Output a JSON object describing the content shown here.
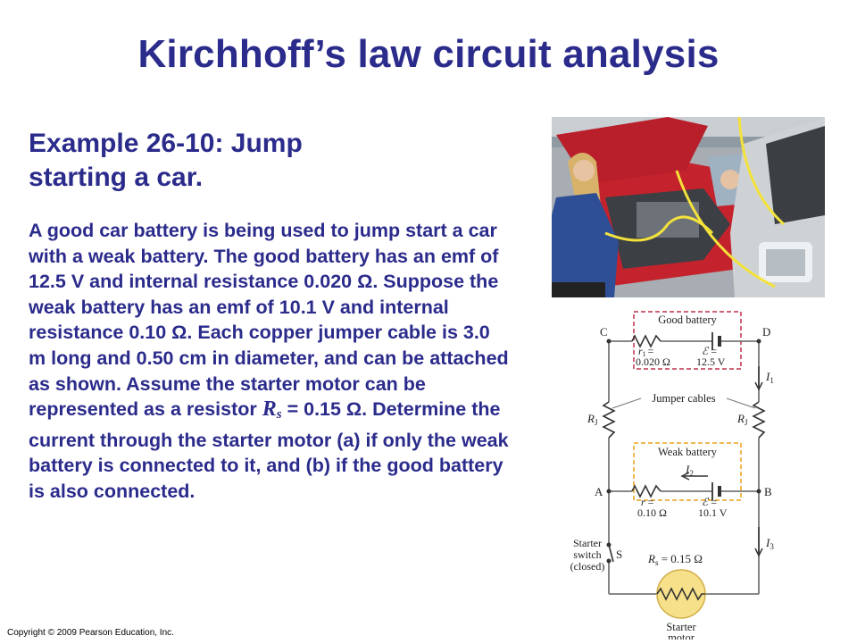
{
  "slide": {
    "title": "Kirchhoff’s law circuit analysis",
    "example_heading": "Example 26-10: Jump starting a car.",
    "body_before_rs": "A good car battery is being used to jump start a car with a weak battery. The good battery has an emf of 12.5 V and internal resistance 0.020 Ω. Suppose the weak battery has an emf of 10.1 V and internal resistance 0.10 Ω. Each copper jumper cable is 3.0 m long and 0.50 cm in diameter, and can be attached as shown. Assume the starter motor can be represented as a resistor",
    "rs_symbol": "R",
    "rs_subscript": "s",
    "body_after_rs": "= 0.15 Ω. Determine the current through the starter motor (a) if only the weak battery is connected to it, and (b) if the good battery is also connected.",
    "copyright": "Copyright © 2009 Pearson Education, Inc."
  },
  "diagram": {
    "node_c": "C",
    "node_d": "D",
    "node_a": "A",
    "node_b": "B",
    "node_s": "S",
    "good_battery_label": "Good battery",
    "r1_label": "r",
    "r1_sub": "1",
    "r1_eq": "=",
    "r1_value": "0.020 Ω",
    "emf_good_symbol": "ℰ",
    "emf_good_eq": "=",
    "emf_good_value": "12.5 V",
    "i1_label": "I",
    "i1_sub": "1",
    "jumper_label": "Jumper cables",
    "rj_left": "R",
    "rj_left_sub": "J",
    "rj_right": "R",
    "rj_right_sub": "J",
    "weak_battery_label": "Weak battery",
    "i2_label": "I",
    "i2_sub": "2",
    "r_label": "r",
    "r_eq": "=",
    "r_value": "0.10 Ω",
    "emf_weak_symbol": "ℰ",
    "emf_weak_eq": "=",
    "emf_weak_value": "10.1 V",
    "i3_label": "I",
    "i3_sub": "3",
    "switch_line1": "Starter",
    "switch_line2": "switch",
    "switch_line3": "(closed)",
    "rs_label": "R",
    "rs_sub": "s",
    "rs_value": " = 0.15 Ω",
    "motor_line1": "Starter",
    "motor_line2": "motor",
    "colors": {
      "good_box": "#c0304a",
      "weak_box": "#e8a21a",
      "wire": "#777777",
      "motor_fill": "#f6e08a"
    }
  }
}
